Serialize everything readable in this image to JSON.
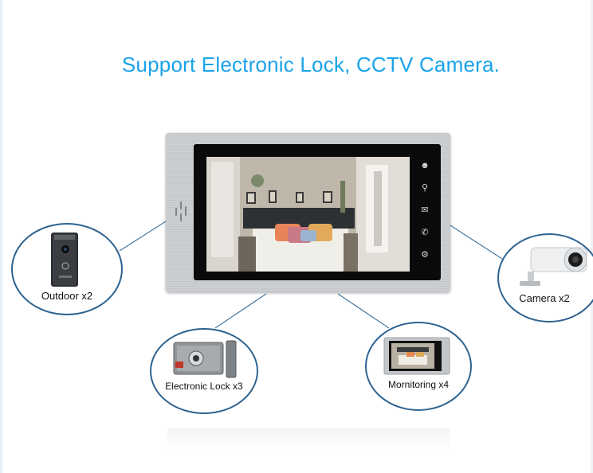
{
  "headline": "Support Electronic Lock, CCTV Camera.",
  "colors": {
    "headline": "#1aa3e8",
    "bubble_border": "#2e6391",
    "connector": "#4b7ca6"
  },
  "monitor": {
    "icons": [
      "user-icon",
      "key-icon",
      "message-icon",
      "phone-icon",
      "gear-icon"
    ]
  },
  "devices": {
    "outdoor": {
      "label": "Outdoor x2",
      "icon": "doorbell-panel-icon"
    },
    "lock": {
      "label": "Electronic Lock x3",
      "icon": "lock-icon"
    },
    "monitoring": {
      "label": "Mornitoring x4",
      "icon": "monitor-icon"
    },
    "camera": {
      "label": "Camera x2",
      "icon": "cctv-camera-icon"
    }
  }
}
